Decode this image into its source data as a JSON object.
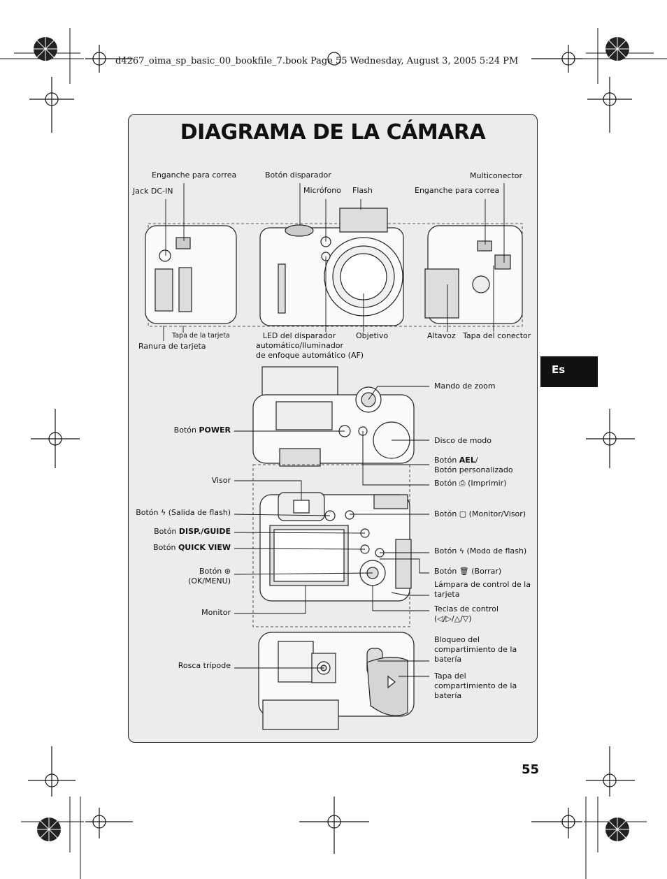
{
  "header": {
    "text": "d4267_oima_sp_basic_00_bookfile_7.book  Page 55  Wednesday, August 3, 2005  5:24 PM"
  },
  "title": "DIAGRAMA DE LA CÁMARA",
  "tab": "Es",
  "page_number": "55",
  "labels": {
    "enganche_correa_1": "Enganche para correa",
    "jack_dc_in": "Jack DC-IN",
    "boton_disparador": "Botón disparador",
    "microfono": "Micrófono",
    "flash": "Flash",
    "multiconector": "Multiconector",
    "enganche_correa_2": "Enganche para correa",
    "tapa_tarjeta": "Tapa de la tarjeta",
    "ranura_tarjeta": "Ranura de tarjeta",
    "led_1": "LED del disparador",
    "led_2": "automático/Iluminador",
    "led_3": "de enfoque automático (AF)",
    "objetivo": "Objetivo",
    "altavoz": "Altavoz",
    "tapa_conector": "Tapa del conector",
    "mando_zoom": "Mando de zoom",
    "boton_power_prefix": "Botón ",
    "boton_power_bold": "POWER",
    "disco_modo": "Disco de modo",
    "ael_prefix": "Botón ",
    "ael_bold": "AEL",
    "ael_suffix": "/",
    "boton_personalizado": "Botón personalizado",
    "imprimir": "Botón ⎙ (Imprimir)",
    "visor": "Visor",
    "salida_flash": "Botón ϟ (Salida de flash)",
    "monitor_visor": "Botón ▢ (Monitor/Visor)",
    "disp_prefix": "Botón ",
    "disp_bold": "DISP./GUIDE",
    "quick_prefix": "Botón ",
    "quick_bold": "QUICK VIEW",
    "modo_flash": "Botón ϟ (Modo de flash)",
    "ok_1": "Botón ⊛",
    "ok_2": "(OK/MENU)",
    "borrar": "Botón 🗑 (Borrar)",
    "lampara_1": "Lámpara de control de la",
    "lampara_2": "tarjeta",
    "monitor": "Monitor",
    "teclas_1": "Teclas de control",
    "teclas_2": "(◁/▷/△/▽)",
    "rosca": "Rosca trípode",
    "bloqueo_1": "Bloqueo del",
    "bloqueo_2": "compartimiento de la",
    "bloqueo_3": "batería",
    "tapa_bat_1": "Tapa del",
    "tapa_bat_2": "compartimiento de la",
    "tapa_bat_3": "batería"
  }
}
